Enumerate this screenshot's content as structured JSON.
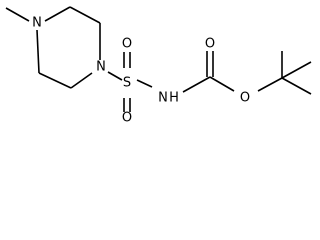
{
  "molecule": {
    "atoms": {
      "piperazine_n_top": "N",
      "piperazine_n_right": "N",
      "sulfur": "S",
      "sulfonyl_o_top": "O",
      "sulfonyl_o_bottom": "O",
      "amide_nh": "N",
      "amide_h": "H",
      "carbonyl_o": "O",
      "ester_o": "O"
    }
  }
}
